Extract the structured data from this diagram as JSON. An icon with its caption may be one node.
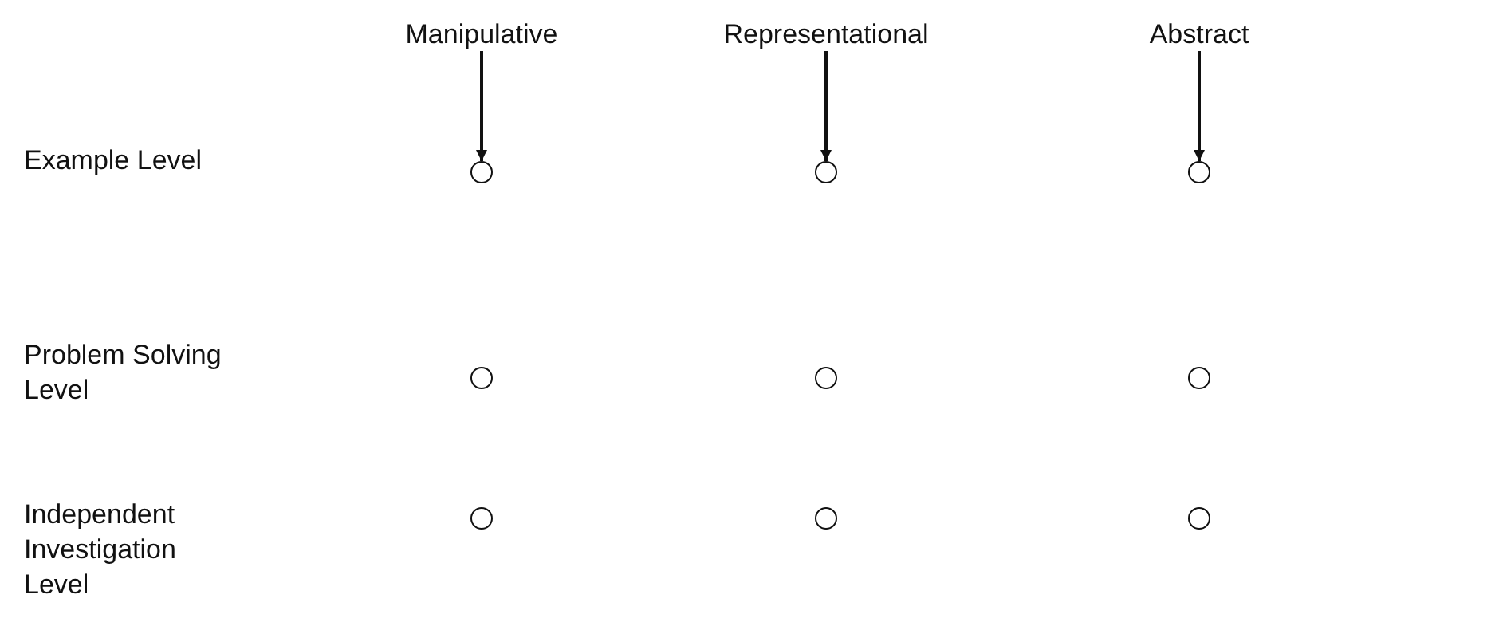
{
  "diagram": {
    "nodes": [
      {
        "text": [
          "Manipulative"
        ]
      },
      {
        "text": [
          "Representational"
        ]
      },
      {
        "text": [
          "Abstract"
        ]
      },
      {
        "text": [],
        "shape": "circle"
      },
      {
        "text": [],
        "shape": "circle"
      },
      {
        "text": [],
        "shape": "circle"
      },
      {
        "text": [],
        "shape": "circle"
      },
      {
        "text": [],
        "shape": "circle"
      },
      {
        "text": [],
        "shape": "circle"
      },
      {
        "text": [],
        "shape": "circle"
      },
      {
        "text": [],
        "shape": "circle"
      },
      {
        "text": [],
        "shape": "circle"
      }
    ],
    "edges": [
      {
        "from": 0,
        "to": 3,
        "arrow": "to"
      },
      {
        "from": 1,
        "to": 4,
        "arrow": "to"
      },
      {
        "from": 2,
        "to": 5,
        "arrow": "to"
      }
    ],
    "labels": [
      "Example Level",
      "Problem Solving Level",
      "Independent Investigation Level"
    ]
  }
}
